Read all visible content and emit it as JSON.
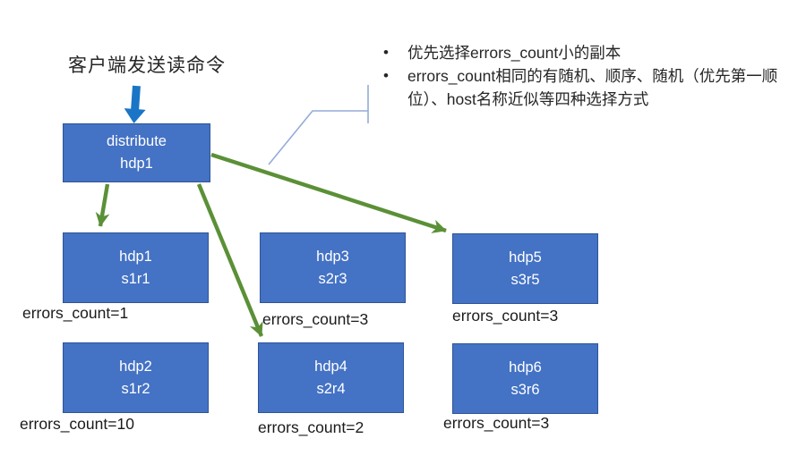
{
  "client_command_label": "客户端发送读命令",
  "distributor": {
    "line1": "distribute",
    "line2": "hdp1"
  },
  "notes": {
    "bullets": [
      "优先选择errors_count小的副本",
      "errors_count相同的有随机、顺序、随机（优先第一顺位）、host名称近似等四种选择方式"
    ]
  },
  "nodes": [
    {
      "line1": "hdp1",
      "line2": "s1r1",
      "errors_label": "errors_count=1"
    },
    {
      "line1": "hdp3",
      "line2": "s2r3",
      "errors_label": "errors_count=3"
    },
    {
      "line1": "hdp5",
      "line2": "s3r5",
      "errors_label": "errors_count=3"
    },
    {
      "line1": "hdp2",
      "line2": "s1r2",
      "errors_label": "errors_count=10"
    },
    {
      "line1": "hdp4",
      "line2": "s2r4",
      "errors_label": "errors_count=2"
    },
    {
      "line1": "hdp6",
      "line2": "s3r6",
      "errors_label": "errors_count=3"
    }
  ],
  "colors": {
    "box_fill": "#4472C4",
    "box_border": "#2F5496",
    "arrow_green": "#5B9037",
    "arrow_blue": "#1B75C6",
    "callout_line": "#95ACD7"
  }
}
